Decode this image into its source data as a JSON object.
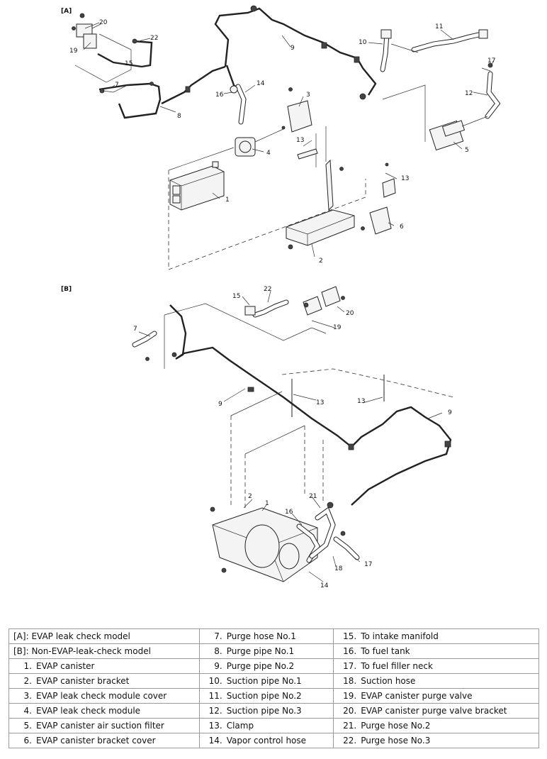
{
  "diagram": {
    "section_a": "[A]",
    "section_b": "[B]",
    "callouts_a": [
      "1",
      "2",
      "3",
      "4",
      "5",
      "6",
      "7",
      "8",
      "9",
      "10",
      "11",
      "12",
      "13",
      "13",
      "14",
      "15",
      "16",
      "17",
      "19",
      "20",
      "22"
    ],
    "callouts_b": [
      "1",
      "2",
      "7",
      "9",
      "9",
      "13",
      "13",
      "14",
      "15",
      "16",
      "17",
      "18",
      "19",
      "20",
      "21",
      "22"
    ]
  },
  "legend": {
    "rows": [
      [
        {
          "key": "[A]:",
          "text": "EVAP leak check model"
        },
        {
          "key": "7.",
          "text": "Purge hose No.1"
        },
        {
          "key": "15.",
          "text": "To intake manifold"
        }
      ],
      [
        {
          "key": "[B]:",
          "text": "Non-EVAP-leak-check model"
        },
        {
          "key": "8.",
          "text": "Purge pipe No.1"
        },
        {
          "key": "16.",
          "text": "To fuel tank"
        }
      ],
      [
        {
          "key": "1.",
          "text": "EVAP canister"
        },
        {
          "key": "9.",
          "text": "Purge pipe No.2"
        },
        {
          "key": "17.",
          "text": "To fuel filler neck"
        }
      ],
      [
        {
          "key": "2.",
          "text": "EVAP canister bracket"
        },
        {
          "key": "10.",
          "text": "Suction pipe No.1"
        },
        {
          "key": "18.",
          "text": "Suction hose"
        }
      ],
      [
        {
          "key": "3.",
          "text": "EVAP leak check module cover"
        },
        {
          "key": "11.",
          "text": "Suction pipe No.2"
        },
        {
          "key": "19.",
          "text": "EVAP canister purge valve"
        }
      ],
      [
        {
          "key": "4.",
          "text": "EVAP leak check module"
        },
        {
          "key": "12.",
          "text": "Suction pipe No.3"
        },
        {
          "key": "20.",
          "text": "EVAP canister purge valve bracket"
        }
      ],
      [
        {
          "key": "5.",
          "text": "EVAP canister air suction filter"
        },
        {
          "key": "13.",
          "text": "Clamp"
        },
        {
          "key": "21.",
          "text": "Purge hose No.2"
        }
      ],
      [
        {
          "key": "6.",
          "text": "EVAP canister bracket cover"
        },
        {
          "key": "14.",
          "text": "Vapor control hose"
        },
        {
          "key": "22.",
          "text": "Purge hose No.3"
        }
      ]
    ]
  }
}
